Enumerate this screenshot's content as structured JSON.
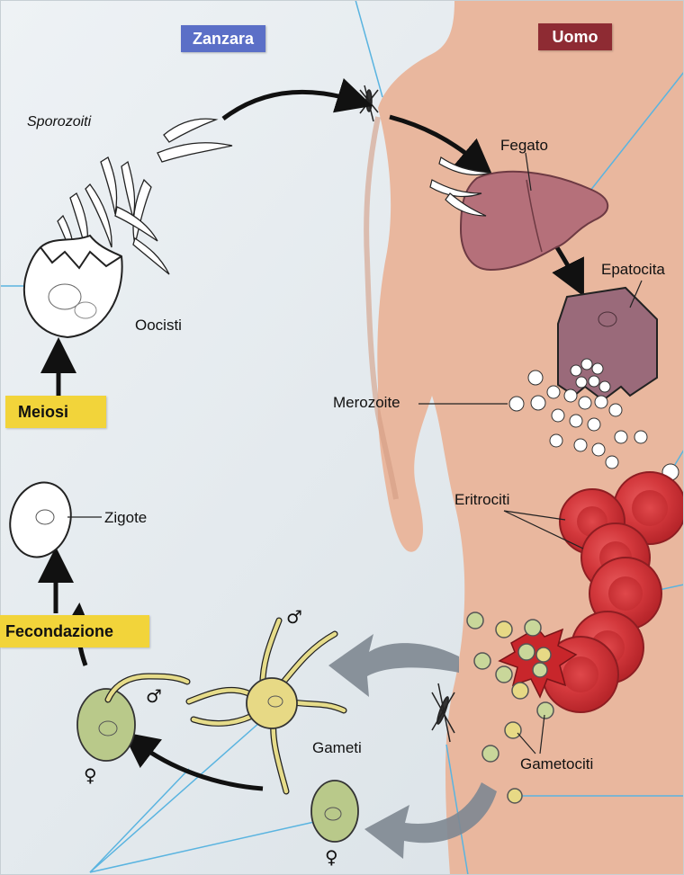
{
  "headers": {
    "mosquito": "Zanzara",
    "human": "Uomo"
  },
  "steps": {
    "meiosis": "Meiosi",
    "fertilization": "Fecondazione"
  },
  "labels": {
    "sporozoites": "Sporozoiti",
    "oocyst": "Oocisti",
    "zygote": "Zigote",
    "gametes": "Gameti",
    "liver": "Fegato",
    "hepatocyte": "Epatocita",
    "merozoite": "Merozoite",
    "erythrocytes": "Eritrociti",
    "gametocytes": "Gametociti"
  },
  "symbols": {
    "male": "♂",
    "female": "♀"
  },
  "colors": {
    "mosquito_header": "#5b6fc7",
    "human_header": "#8e2b33",
    "step_tag": "#f2d43a",
    "skin": "#e9b79e",
    "liver": "#b5707a",
    "hepatocyte": "#9a6a7a",
    "erythrocyte": "#d4373c",
    "gamete": "#b9c98a",
    "male_gamete": "#e7d985",
    "pointer_line": "#5ab4e0"
  }
}
